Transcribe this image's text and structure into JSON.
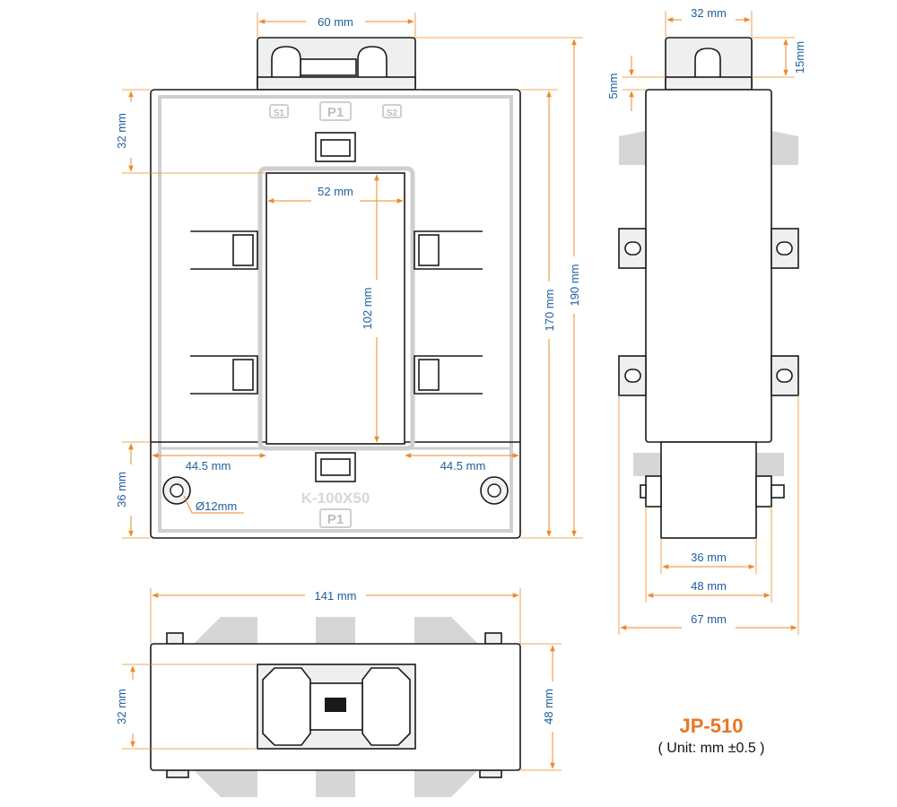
{
  "product": {
    "model": "JP-510",
    "unit_note": "( Unit: mm ±0.5 )",
    "body_text": "K-100X50",
    "terminal_labels": {
      "s1": "S1",
      "p1": "P1",
      "s2": "S2"
    }
  },
  "dimensions": {
    "front": {
      "top_width": "60 mm",
      "top_offset": "32 mm",
      "window_width": "52 mm",
      "window_height": "102 mm",
      "inner_height": "170 mm",
      "total_height": "190 mm",
      "left_margin": "44.5 mm",
      "right_margin": "44.5 mm",
      "bottom_height": "36 mm",
      "hole_diameter": "Ø12mm"
    },
    "side": {
      "top_width": "32 mm",
      "top_height": "15mm",
      "step": "5mm",
      "lower_width": "36 mm",
      "base_width": "48 mm",
      "total_width": "67 mm"
    },
    "bottom": {
      "total_width": "141 mm",
      "window_height": "32 mm",
      "body_height": "48 mm"
    }
  },
  "colors": {
    "dimension_line": "#ee8a2a",
    "dimension_text": "#1f5fa0",
    "title": "#e87722",
    "outline": "#1a1a1a",
    "accent_gray": "#d6d6d6"
  }
}
